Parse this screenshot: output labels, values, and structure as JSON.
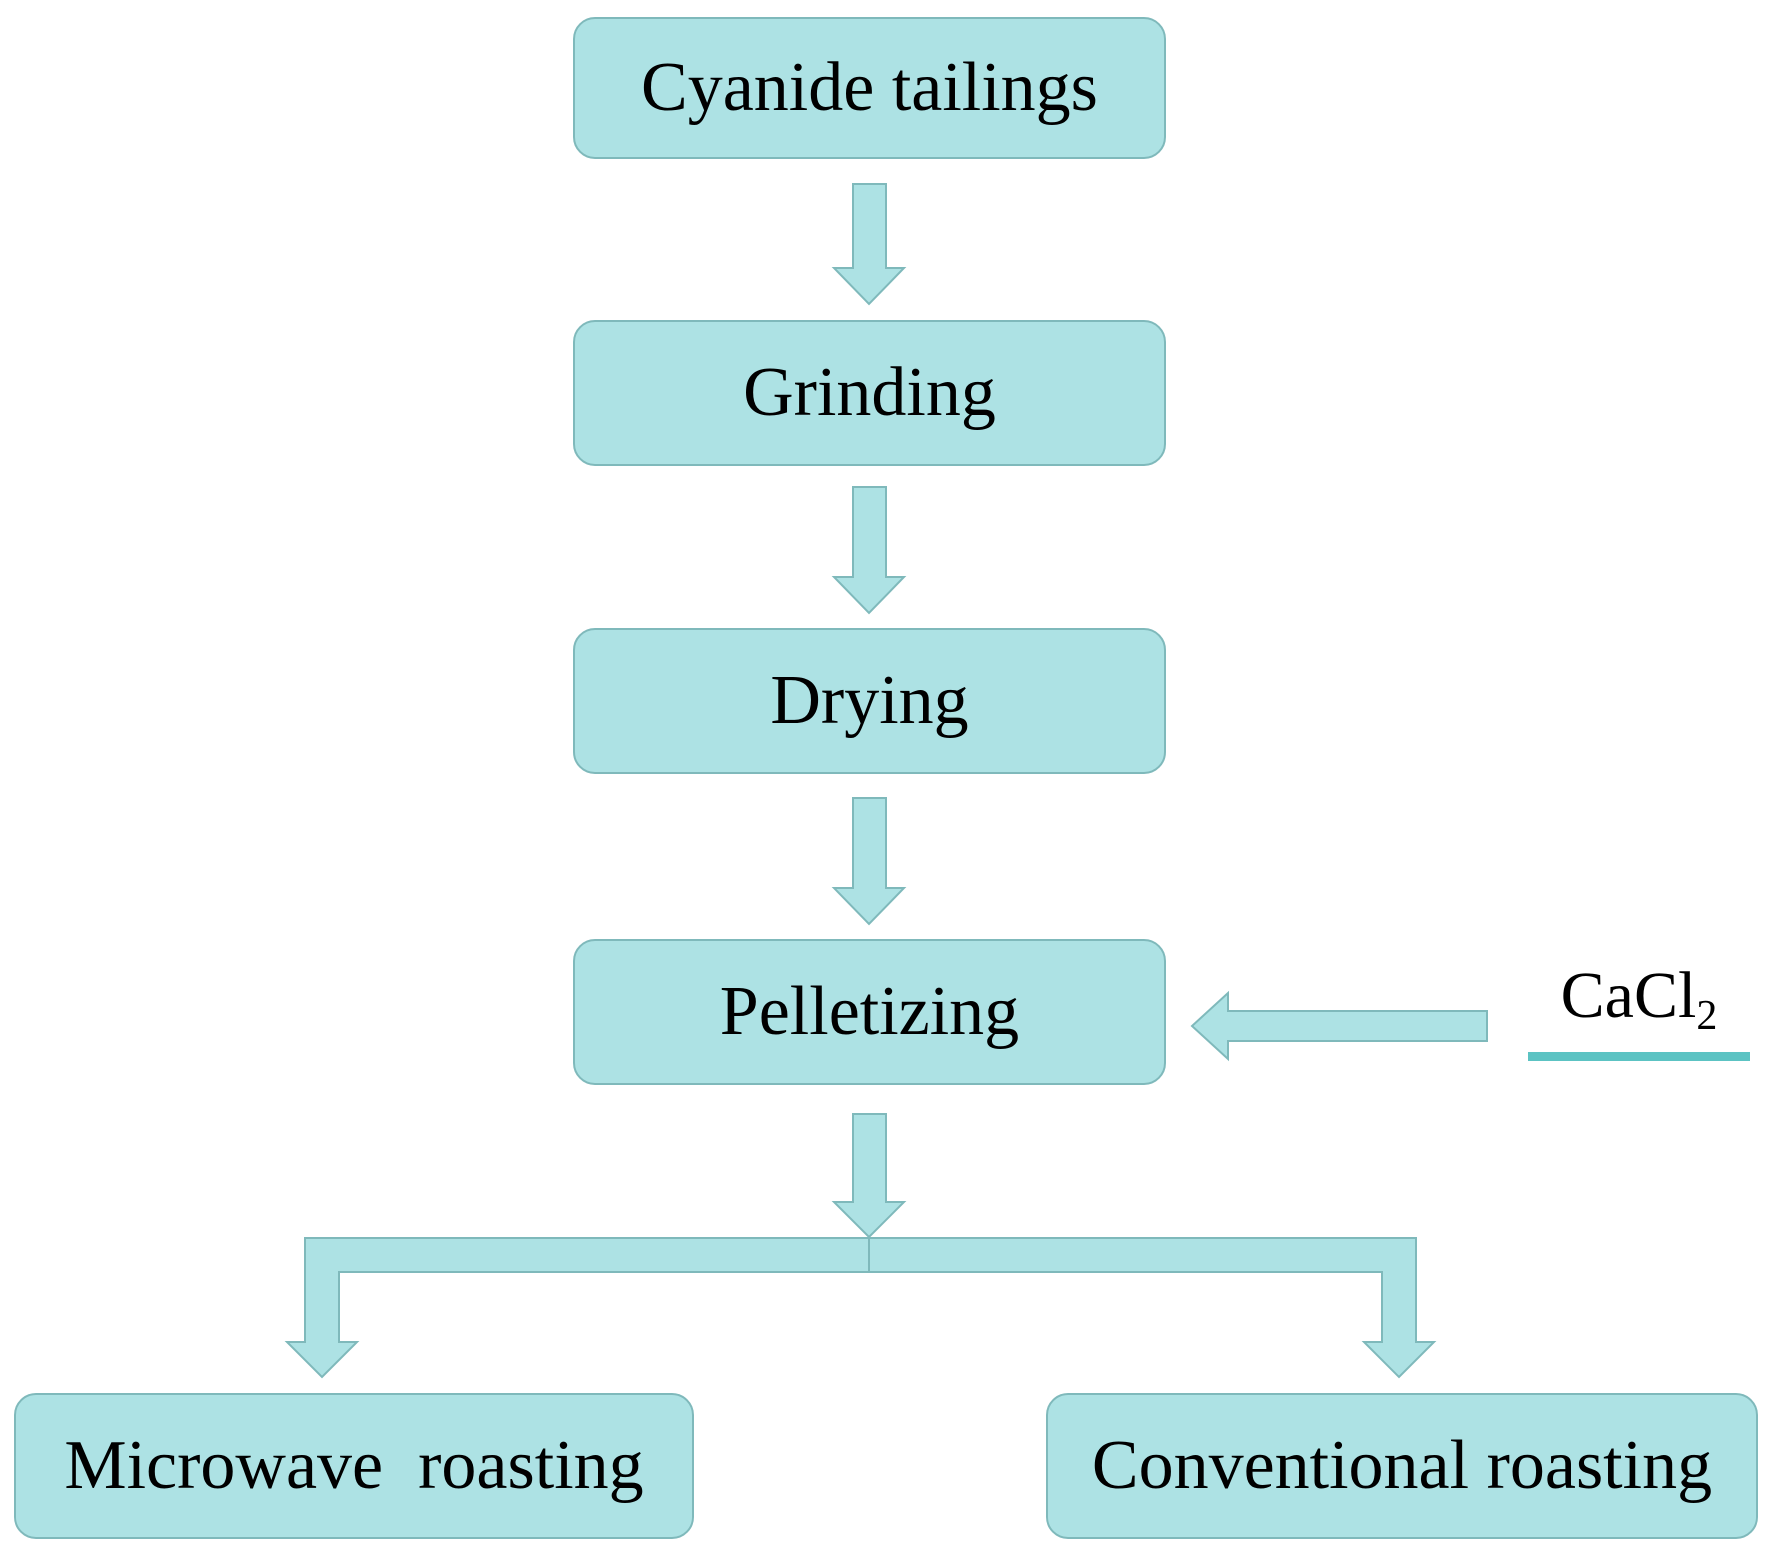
{
  "diagram": {
    "nodes": {
      "cyanide_tailings": "Cyanide tailings",
      "grinding": "Grinding",
      "drying": "Drying",
      "pelletizing": "Pelletizing",
      "microwave_roasting": "Microwave  roasting",
      "conventional_roasting": "Conventional roasting"
    },
    "additive": {
      "base": "CaCl",
      "subscript": "2"
    },
    "edges": [
      {
        "from": "cyanide_tailings",
        "to": "grinding"
      },
      {
        "from": "grinding",
        "to": "drying"
      },
      {
        "from": "drying",
        "to": "pelletizing"
      },
      {
        "from": "additive",
        "to": "pelletizing"
      },
      {
        "from": "pelletizing",
        "to": "microwave_roasting"
      },
      {
        "from": "pelletizing",
        "to": "conventional_roasting"
      }
    ],
    "colors": {
      "box_fill": "#ade2e4",
      "box_border": "#7fb9bb",
      "arrow_fill": "#ade2e4",
      "arrow_stroke": "#7fb9bb",
      "underline": "#5cc3c3"
    }
  }
}
